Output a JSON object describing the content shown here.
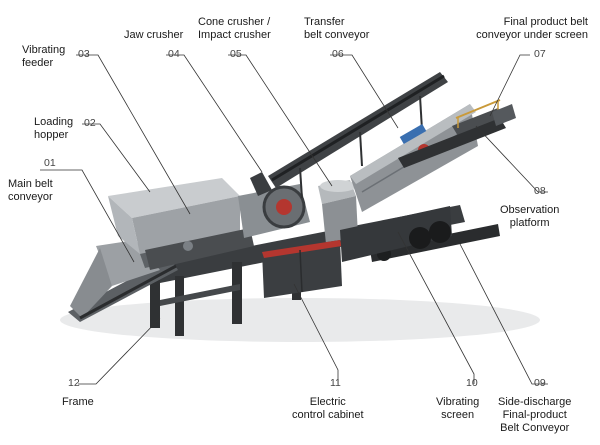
{
  "labels": [
    {
      "id": "01",
      "number": "01",
      "name": "Main belt\nconveyor"
    },
    {
      "id": "02",
      "number": "02",
      "name": "Loading\nhopper"
    },
    {
      "id": "03",
      "number": "03",
      "name": "Vibrating\nfeeder"
    },
    {
      "id": "04",
      "number": "04",
      "name": "Jaw crusher"
    },
    {
      "id": "05",
      "number": "05",
      "name": "Cone crusher /\nImpact crusher"
    },
    {
      "id": "06",
      "number": "06",
      "name": "Transfer\nbelt conveyor"
    },
    {
      "id": "07",
      "number": "07",
      "name": "Final product belt\nconveyor under screen"
    },
    {
      "id": "08",
      "number": "08",
      "name": "Observation\nplatform"
    },
    {
      "id": "09",
      "number": "09",
      "name": "Side-discharge\nFinal-product\nBelt Conveyor"
    },
    {
      "id": "10",
      "number": "10",
      "name": "Vibrating\nscreen"
    },
    {
      "id": "11",
      "number": "11",
      "name": "Electric\ncontrol cabinet"
    },
    {
      "id": "12",
      "number": "12",
      "name": "Frame"
    }
  ],
  "colors": {
    "machine_dark": "#3a3d40",
    "machine_mid": "#6b7075",
    "machine_light": "#b9bdc0",
    "accent_red": "#b4362f",
    "belt": "#2a2c2e",
    "leader": "#333333"
  }
}
